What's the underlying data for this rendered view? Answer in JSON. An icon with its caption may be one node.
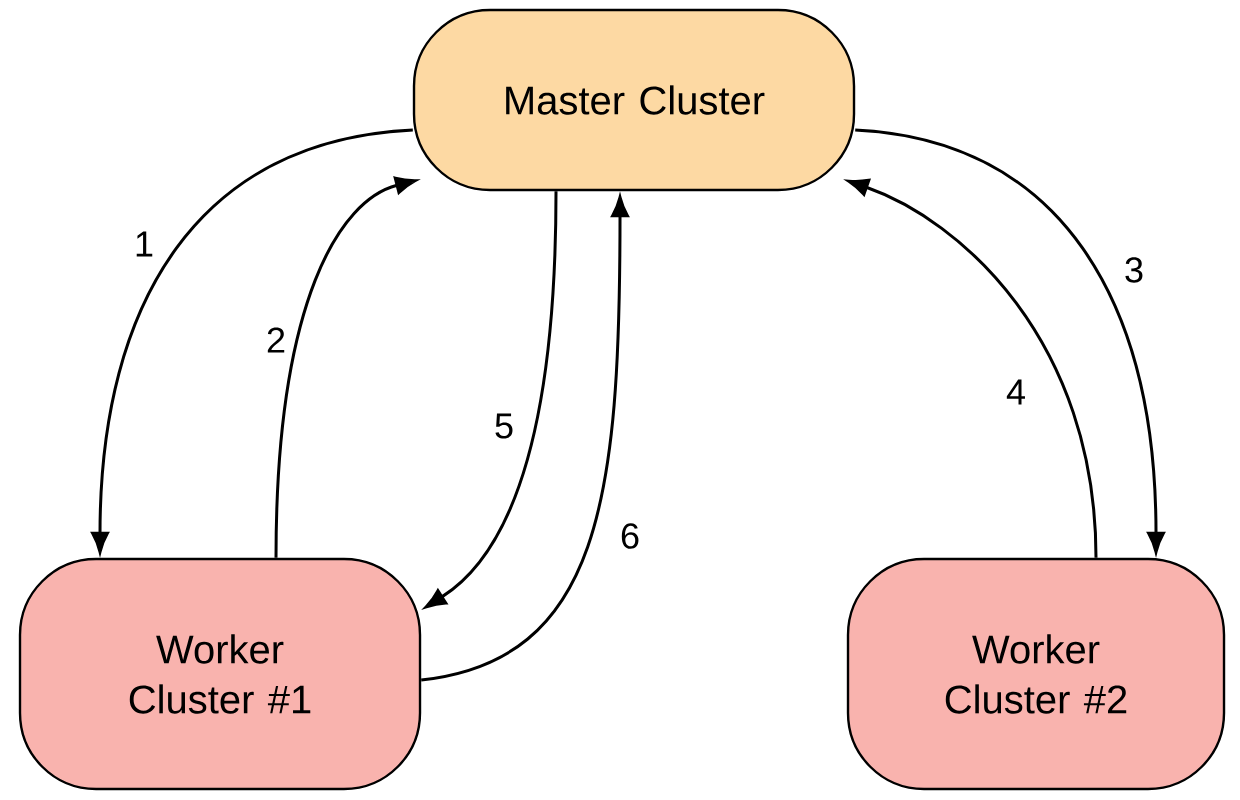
{
  "diagram": {
    "nodes": [
      {
        "text": [
          "Master Cluster"
        ]
      },
      {
        "text": [
          "Worker Cluster #1"
        ]
      },
      {
        "text": [
          "Worker Cluster #2"
        ]
      }
    ],
    "edges": [
      {
        "from": 0,
        "to": 1,
        "arrow": "to",
        "label": "1"
      },
      {
        "from": 1,
        "to": 0,
        "arrow": "to",
        "label": "2"
      },
      {
        "from": 0,
        "to": 1,
        "arrow": "to",
        "label": "5"
      },
      {
        "from": 1,
        "to": 0,
        "arrow": "to",
        "label": "6"
      },
      {
        "from": 0,
        "to": 2,
        "arrow": "to",
        "label": "3"
      },
      {
        "from": 2,
        "to": 0,
        "arrow": "to",
        "label": "4"
      }
    ]
  }
}
